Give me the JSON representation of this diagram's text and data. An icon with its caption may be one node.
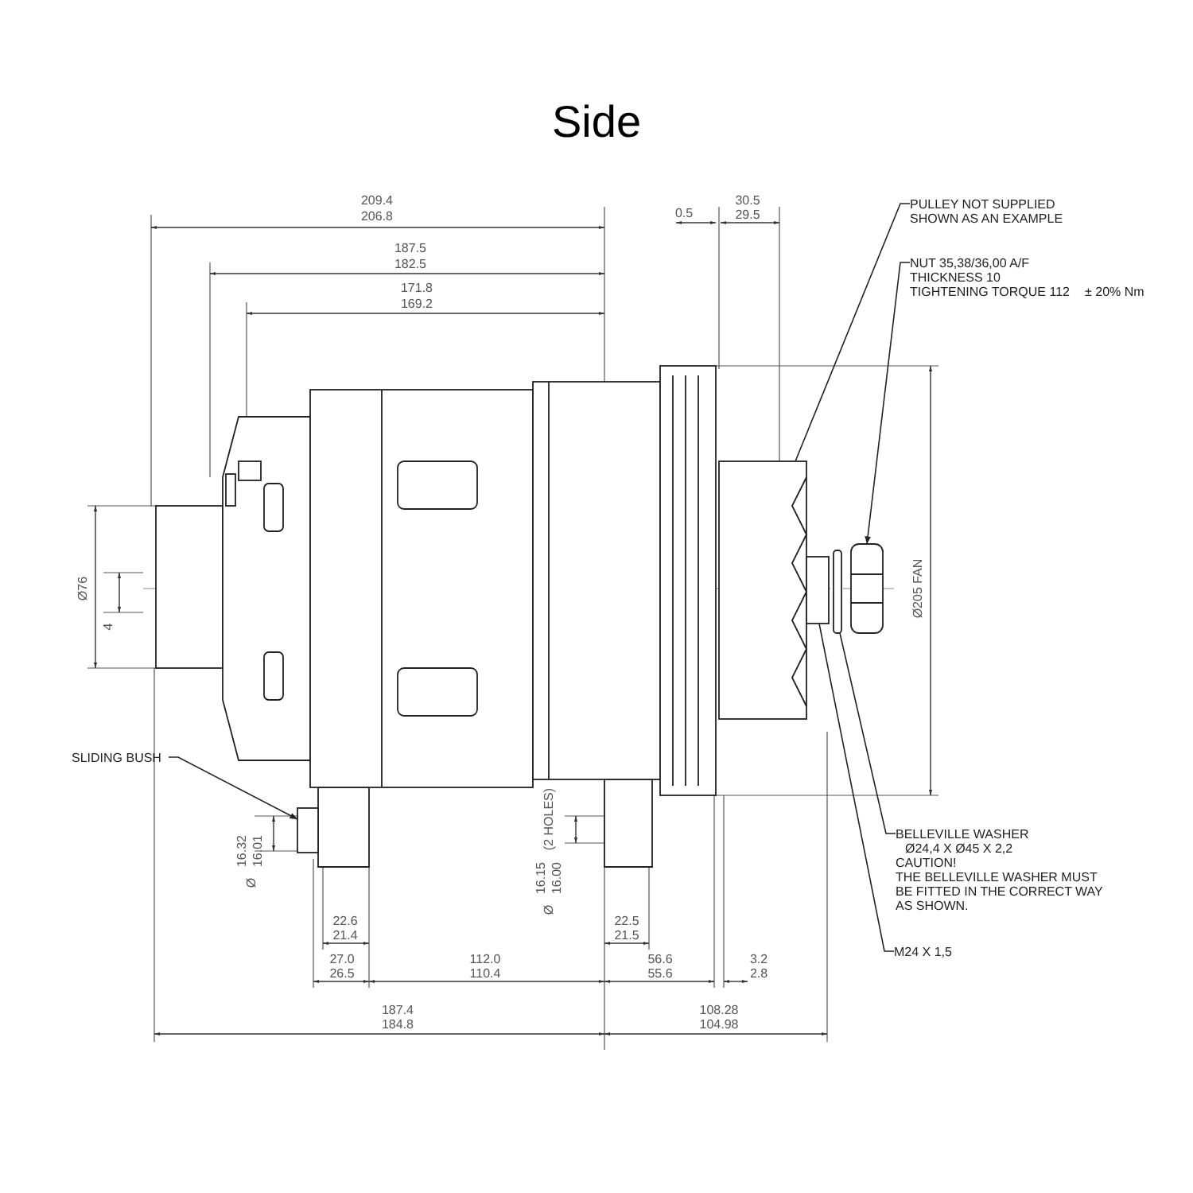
{
  "diagram": {
    "title": "Side",
    "nodes": [
      {
        "text": [
          "PULLEY NOT SUPPLIED SHOWN AS AN EXAMPLE"
        ]
      },
      {
        "text": [
          "NUT 35,38/36,00 A/F THICKNESS 10 TIGHTENING TORQUE 112",
          "± 20% Nm"
        ]
      },
      {
        "text": [
          "BELLEVILLE WASHER",
          "Ø24,4 X Ø45 X 2,2",
          "CAUTION!",
          "THE BELLEVILLE WASHER MUST BE FITTED IN THE CORRECT WAY AS SHOWN."
        ]
      },
      {
        "text": [
          "M24 X 1,5"
        ]
      },
      {
        "text": [
          "SLIDING BUSH"
        ]
      },
      {
        "text": [],
        "shape": "picture"
      },
      {
        "text": [],
        "shape": "picture"
      },
      {
        "text": [],
        "shape": "box"
      },
      {
        "text": [],
        "shape": "box"
      },
      {
        "text": [],
        "shape": "box"
      }
    ],
    "edges": [
      {
        "from": 0,
        "to": 5,
        "arrow": "none"
      },
      {
        "from": 1,
        "to": 6,
        "arrow": "to"
      },
      {
        "from": 2,
        "to": 7,
        "arrow": "none"
      },
      {
        "from": 3,
        "to": 8,
        "arrow": "none"
      },
      {
        "from": 4,
        "to": 9,
        "arrow": "to"
      }
    ],
    "labels": [
      "209.4",
      "206.8",
      "187.5",
      "182.5",
      "171.8",
      "169.2",
      "0.5",
      "30.5",
      "29.5",
      "Ø76",
      "4",
      "Ø205 FAN",
      "Ø",
      "16.32",
      "16.01",
      "Ø",
      "16.15",
      "16.00",
      "(2 HOLES)",
      "22.6",
      "21.4",
      "22.5",
      "21.5",
      "27.0",
      "26.5",
      "112.0",
      "110.4",
      "56.6",
      "55.6",
      "3.2",
      "2.8",
      "187.4",
      "184.8",
      "108.28",
      "104.98"
    ]
  }
}
